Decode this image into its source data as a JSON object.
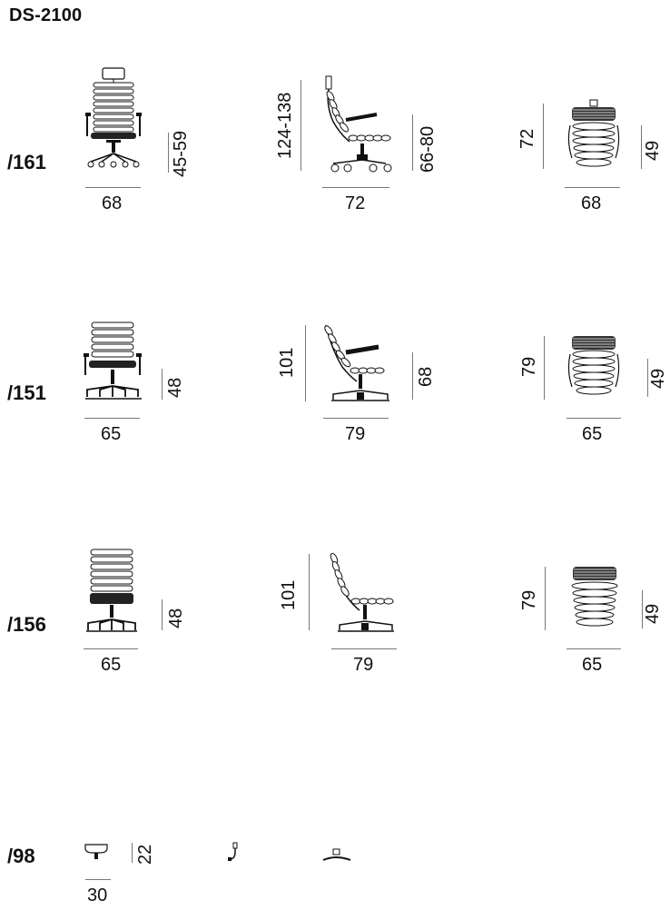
{
  "title": "DS-2100",
  "rows": [
    {
      "code": "/161",
      "front": {
        "width": "68",
        "height": "45-59"
      },
      "side": {
        "height": "124-138",
        "width": "72",
        "arm_height": "66-80"
      },
      "top": {
        "depth": "72",
        "width": "68",
        "seat": "49"
      }
    },
    {
      "code": "/151",
      "front": {
        "width": "65",
        "height": "48"
      },
      "side": {
        "height": "101",
        "width": "79",
        "arm_height": "68"
      },
      "top": {
        "depth": "79",
        "width": "65",
        "seat": "49"
      }
    },
    {
      "code": "/156",
      "front": {
        "width": "65",
        "height": "48"
      },
      "side": {
        "height": "101",
        "width": "79"
      },
      "top": {
        "depth": "79",
        "width": "65",
        "seat": "49"
      }
    },
    {
      "code": "/98",
      "front": {
        "width": "30",
        "height": "22"
      }
    }
  ]
}
